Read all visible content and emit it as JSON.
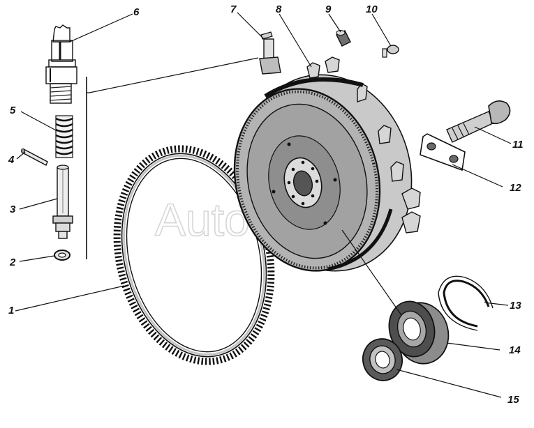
{
  "diagram": {
    "watermark": "AutoSoft",
    "callouts": [
      {
        "id": "c1",
        "label": "1"
      },
      {
        "id": "c2",
        "label": "2"
      },
      {
        "id": "c3",
        "label": "3"
      },
      {
        "id": "c4",
        "label": "4"
      },
      {
        "id": "c5",
        "label": "5"
      },
      {
        "id": "c6",
        "label": "6"
      },
      {
        "id": "c7",
        "label": "7"
      },
      {
        "id": "c8",
        "label": "8"
      },
      {
        "id": "c9",
        "label": "9"
      },
      {
        "id": "c10",
        "label": "10"
      },
      {
        "id": "c11",
        "label": "11"
      },
      {
        "id": "c12",
        "label": "12"
      },
      {
        "id": "c13",
        "label": "13"
      },
      {
        "id": "c14",
        "label": "14"
      },
      {
        "id": "c15",
        "label": "15"
      }
    ]
  }
}
